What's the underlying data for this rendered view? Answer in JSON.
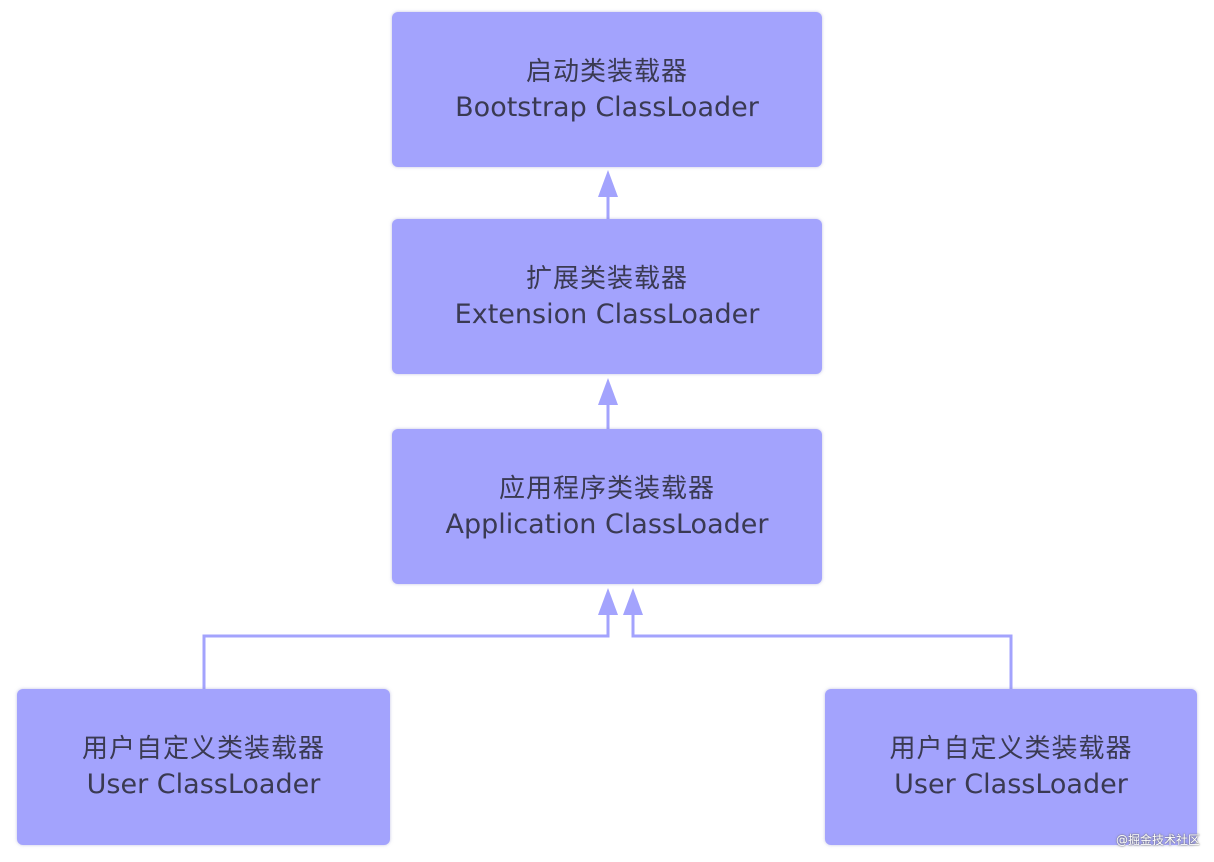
{
  "nodes": {
    "bootstrap": {
      "cn": "启动类装载器",
      "en": "Bootstrap ClassLoader"
    },
    "extension": {
      "cn": "扩展类装载器",
      "en": "Extension ClassLoader"
    },
    "application": {
      "cn": "应用程序类装载器",
      "en": "Application ClassLoader"
    },
    "user_left": {
      "cn": "用户自定义类装载器",
      "en": "User ClassLoader"
    },
    "user_right": {
      "cn": "用户自定义类装载器",
      "en": "User ClassLoader"
    }
  },
  "edges": [
    {
      "from": "extension",
      "to": "bootstrap"
    },
    {
      "from": "application",
      "to": "extension"
    },
    {
      "from": "user_left",
      "to": "application"
    },
    {
      "from": "user_right",
      "to": "application"
    }
  ],
  "colors": {
    "box": "#a3a3fd",
    "line": "#a3a3fd",
    "text": "#3a3a52"
  },
  "watermark": "@掘金技术社区"
}
